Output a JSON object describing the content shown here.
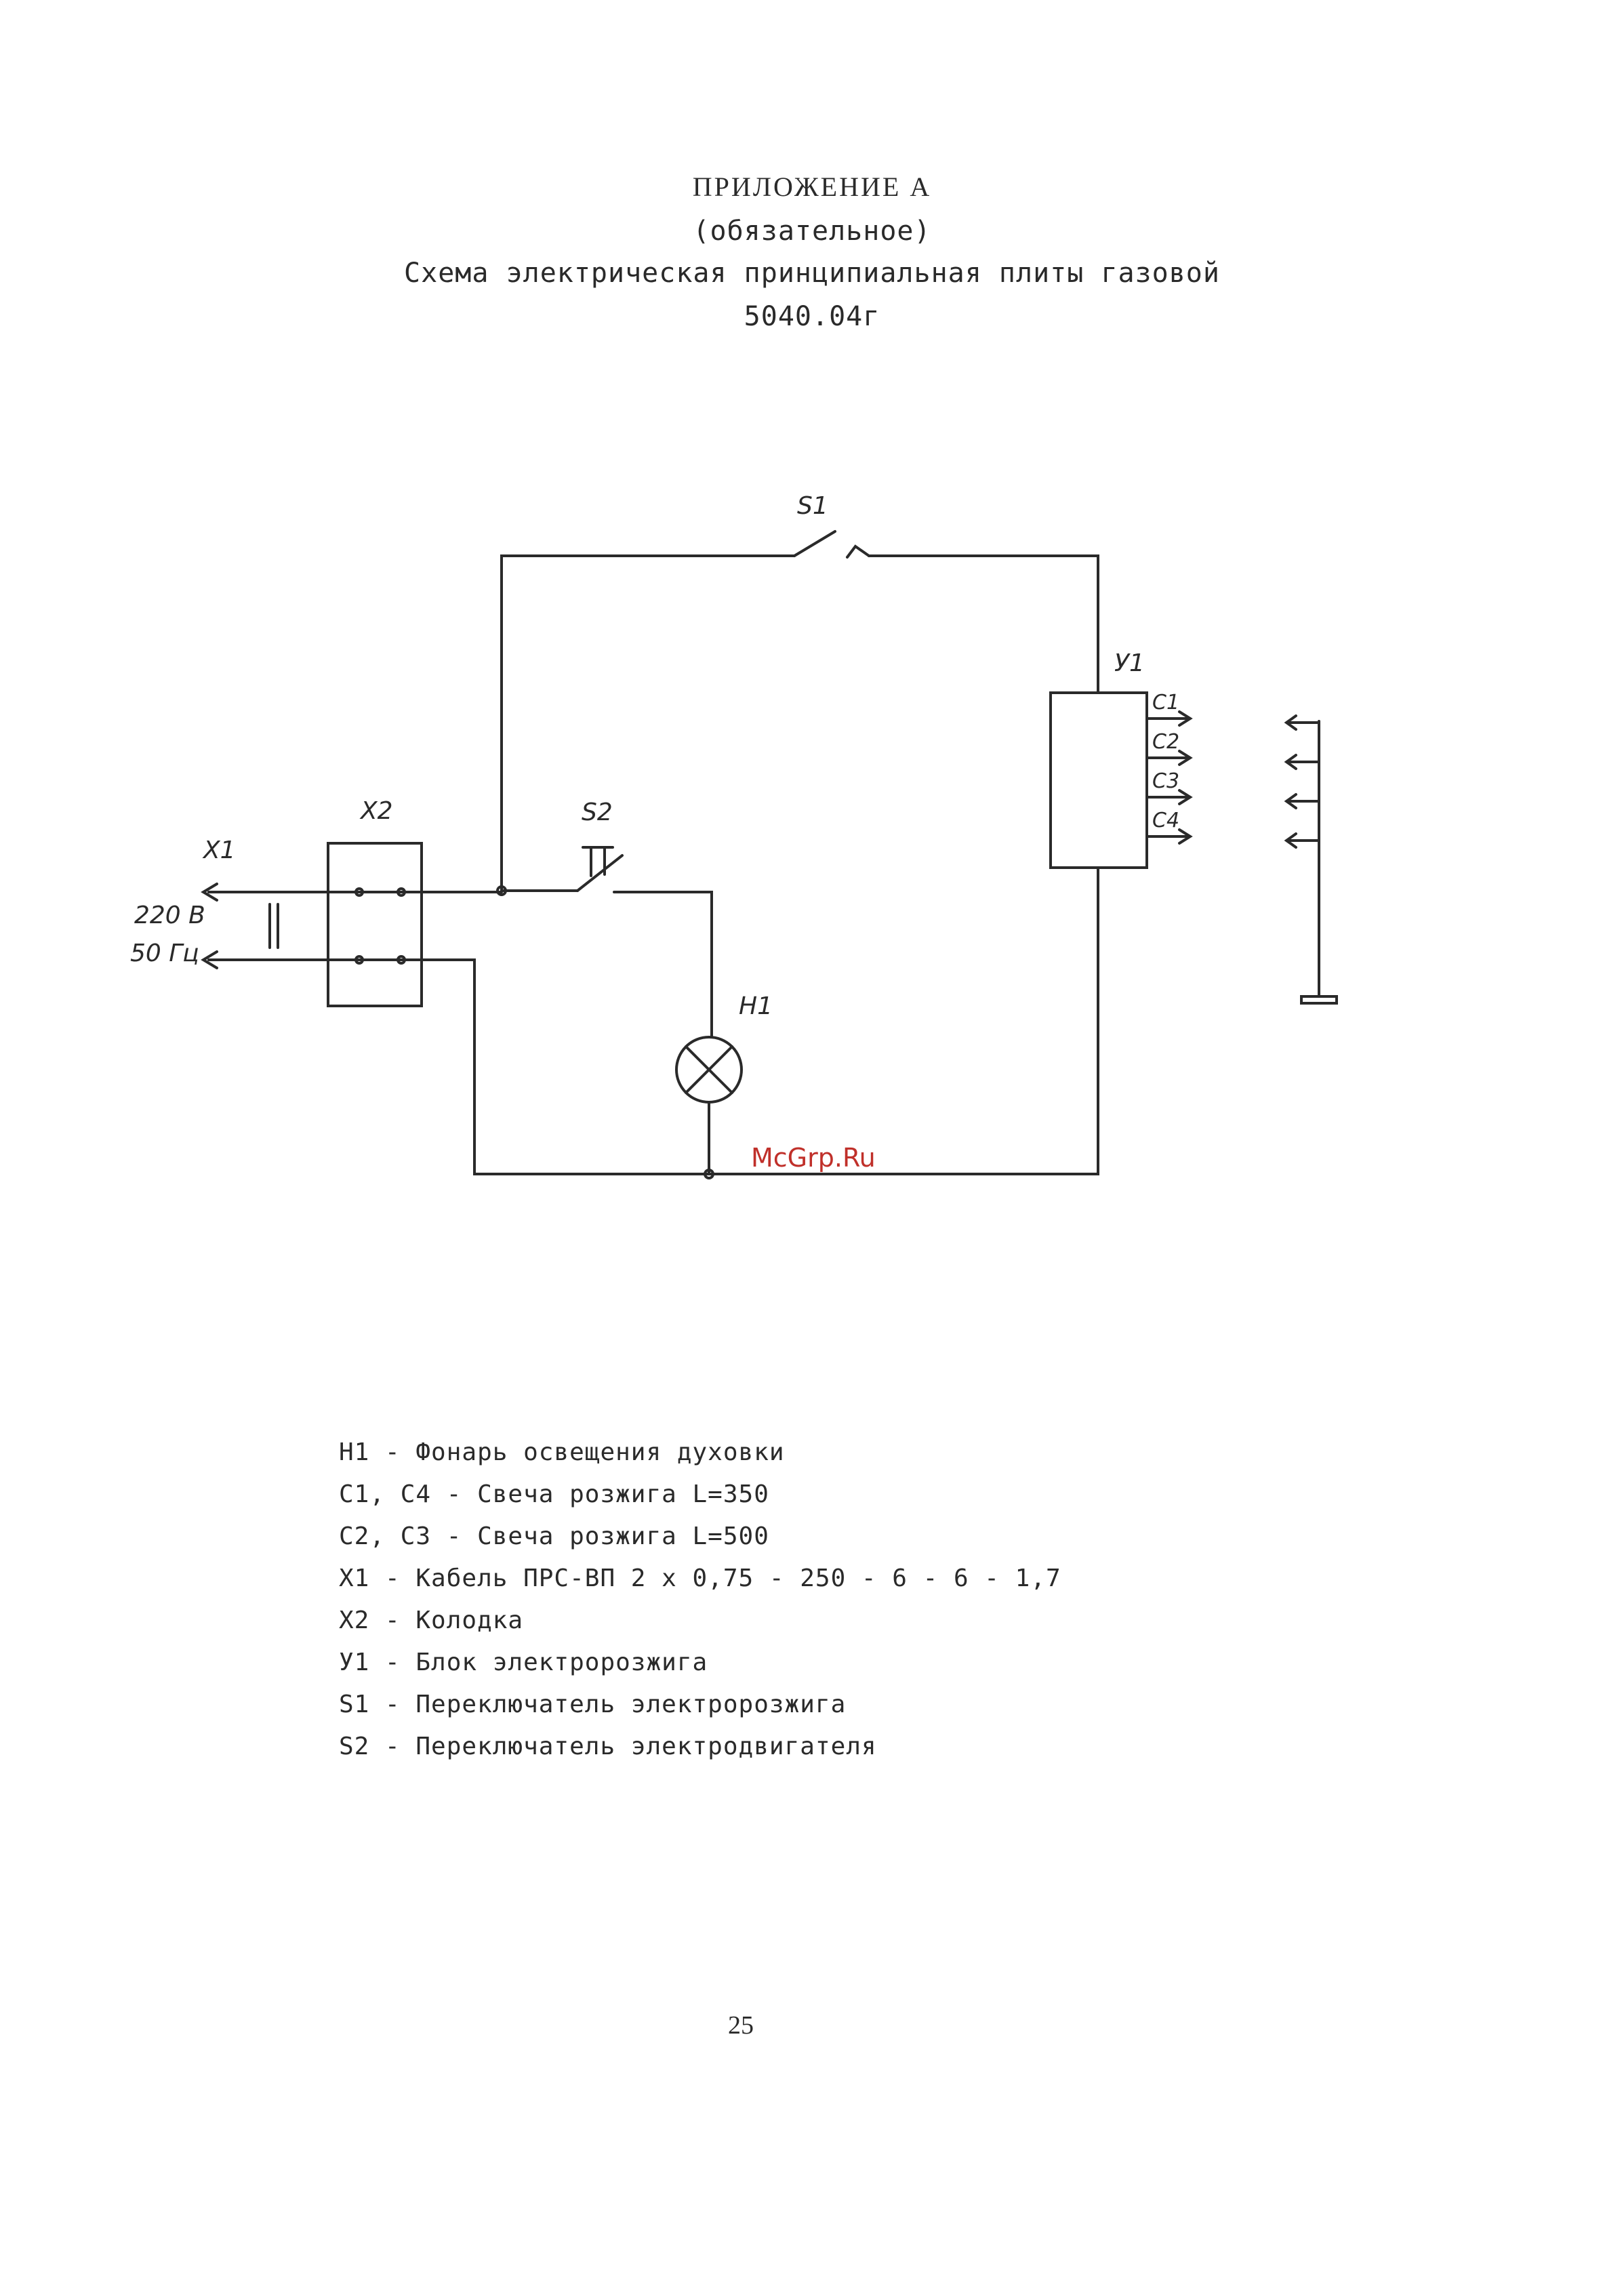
{
  "header": {
    "title": "ПРИЛОЖЕНИЕ А",
    "subtitle": "(обязательное)",
    "description": "Схема электрическая принципиальная плиты газовой",
    "model": "5040.04г"
  },
  "diagram": {
    "labels": {
      "s1": "S1",
      "s2": "S2",
      "x1": "X1",
      "x2": "X2",
      "y1": "У1",
      "h1": "H1",
      "c1": "C1",
      "c2": "C2",
      "c3": "C3",
      "c4": "C4",
      "voltage": "220 В",
      "frequency": "50 Гц"
    }
  },
  "legend": {
    "items": [
      "H1 - Фонарь освещения духовки",
      "C1, C4 - Свеча розжига L=350",
      "C2, C3 - Свеча розжига L=500",
      "X1 - Кабель ПРС-ВП 2 х 0,75 - 250 - 6 - 6 - 1,7",
      "X2 - Колодка",
      "У1 - Блок электророзжига",
      "S1 - Переключатель электророзжига",
      "S2 - Переключатель электродвигателя"
    ]
  },
  "watermark": "McGrp.Ru",
  "page_number": "25"
}
